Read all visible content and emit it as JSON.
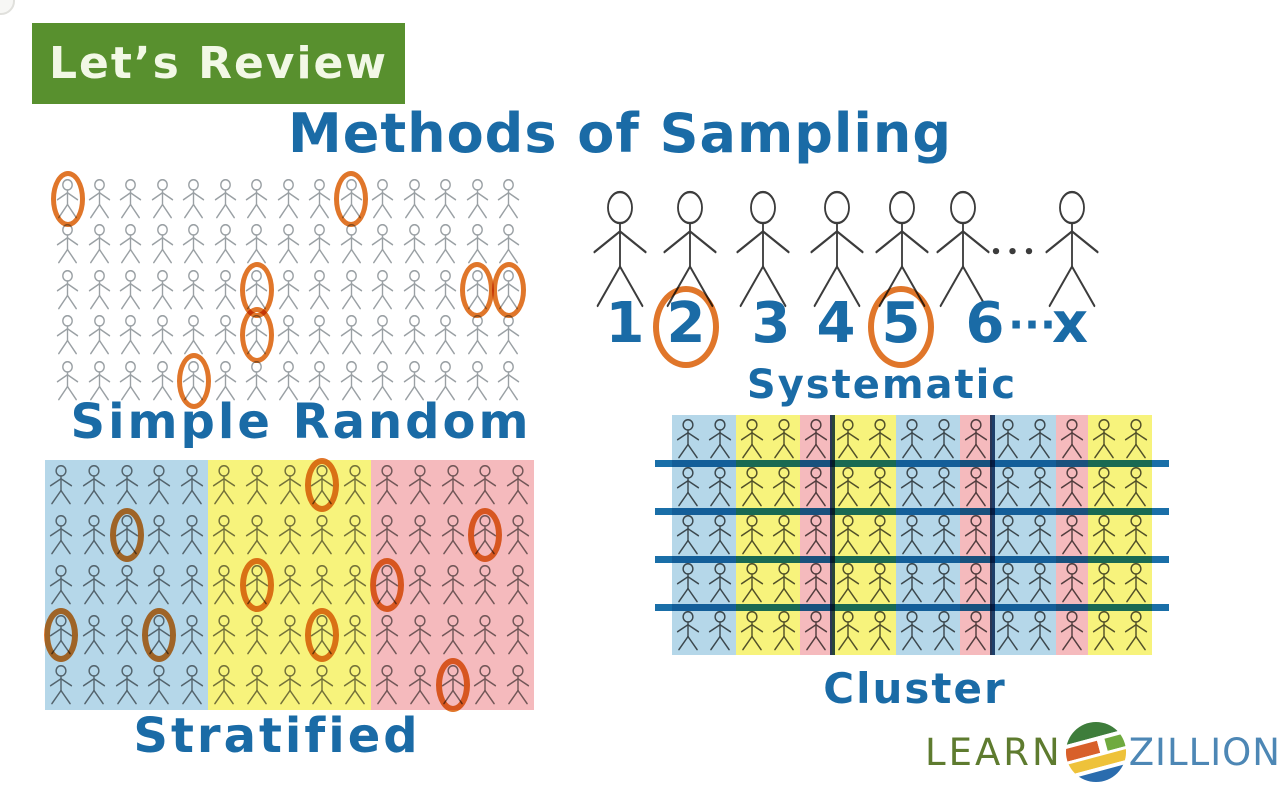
{
  "banner": {
    "label": "Let’s Review"
  },
  "title": "Methods of Sampling",
  "colors": {
    "banner_bg": "#58902e",
    "banner_text": "#f2f8e6",
    "ink_blue": "#1a6ba6",
    "circle_orange": "#e0762a",
    "figure_light_gray": "#9aa0a4",
    "figure_dark": "#3c3c3c",
    "figure_stratified": "#777777",
    "figure_cluster": "#555555",
    "panel_blue": "#b5d7e9",
    "panel_yellow": "#f7f37c",
    "panel_pink": "#f5babd",
    "cluster_hline": "#1a6fa8",
    "cluster_vline": "#2b4a73",
    "logo_learn": "#5e7b2f",
    "logo_zillion": "#4d87b5",
    "globe_dark_green": "#3e7d3b",
    "globe_light_green": "#6faa3f",
    "globe_orange": "#d8602a",
    "globe_yellow": "#eec23a",
    "globe_blue": "#2a6cae"
  },
  "simple_random": {
    "label": "Simple Random",
    "rows": 5,
    "cols": 15,
    "circled": [
      [
        0,
        0
      ],
      [
        0,
        9
      ],
      [
        2,
        6
      ],
      [
        3,
        6
      ],
      [
        2,
        13
      ],
      [
        2,
        14
      ],
      [
        4,
        4
      ]
    ]
  },
  "systematic": {
    "label": "Systematic",
    "figure_count": 7,
    "dots_between_figures": "•••",
    "numbers": [
      "1",
      "2",
      "3",
      "4",
      "5",
      "6",
      "···",
      "x"
    ],
    "circled_number_indexes": [
      1,
      4
    ]
  },
  "stratified": {
    "label": "Stratified",
    "rows": 5,
    "cols": 5,
    "panels": [
      {
        "color": "blue",
        "circled": [
          [
            1,
            2
          ],
          [
            3,
            0
          ],
          [
            3,
            3
          ]
        ]
      },
      {
        "color": "yellow",
        "circled": [
          [
            0,
            3
          ],
          [
            2,
            1
          ],
          [
            3,
            3
          ]
        ]
      },
      {
        "color": "pink",
        "circled": [
          [
            1,
            3
          ],
          [
            2,
            0
          ],
          [
            4,
            2
          ]
        ]
      }
    ]
  },
  "cluster": {
    "label": "Cluster",
    "rows": 5,
    "column_colors": [
      "blue",
      "blue",
      "yellow",
      "yellow",
      "pink",
      "yellow",
      "yellow",
      "blue",
      "blue",
      "pink",
      "blue",
      "blue",
      "pink",
      "yellow",
      "yellow"
    ],
    "hline_count": 4,
    "vline_after_columns": [
      4,
      9
    ]
  },
  "logo": {
    "learn": "LEARN",
    "zillion": "ZILLION"
  }
}
